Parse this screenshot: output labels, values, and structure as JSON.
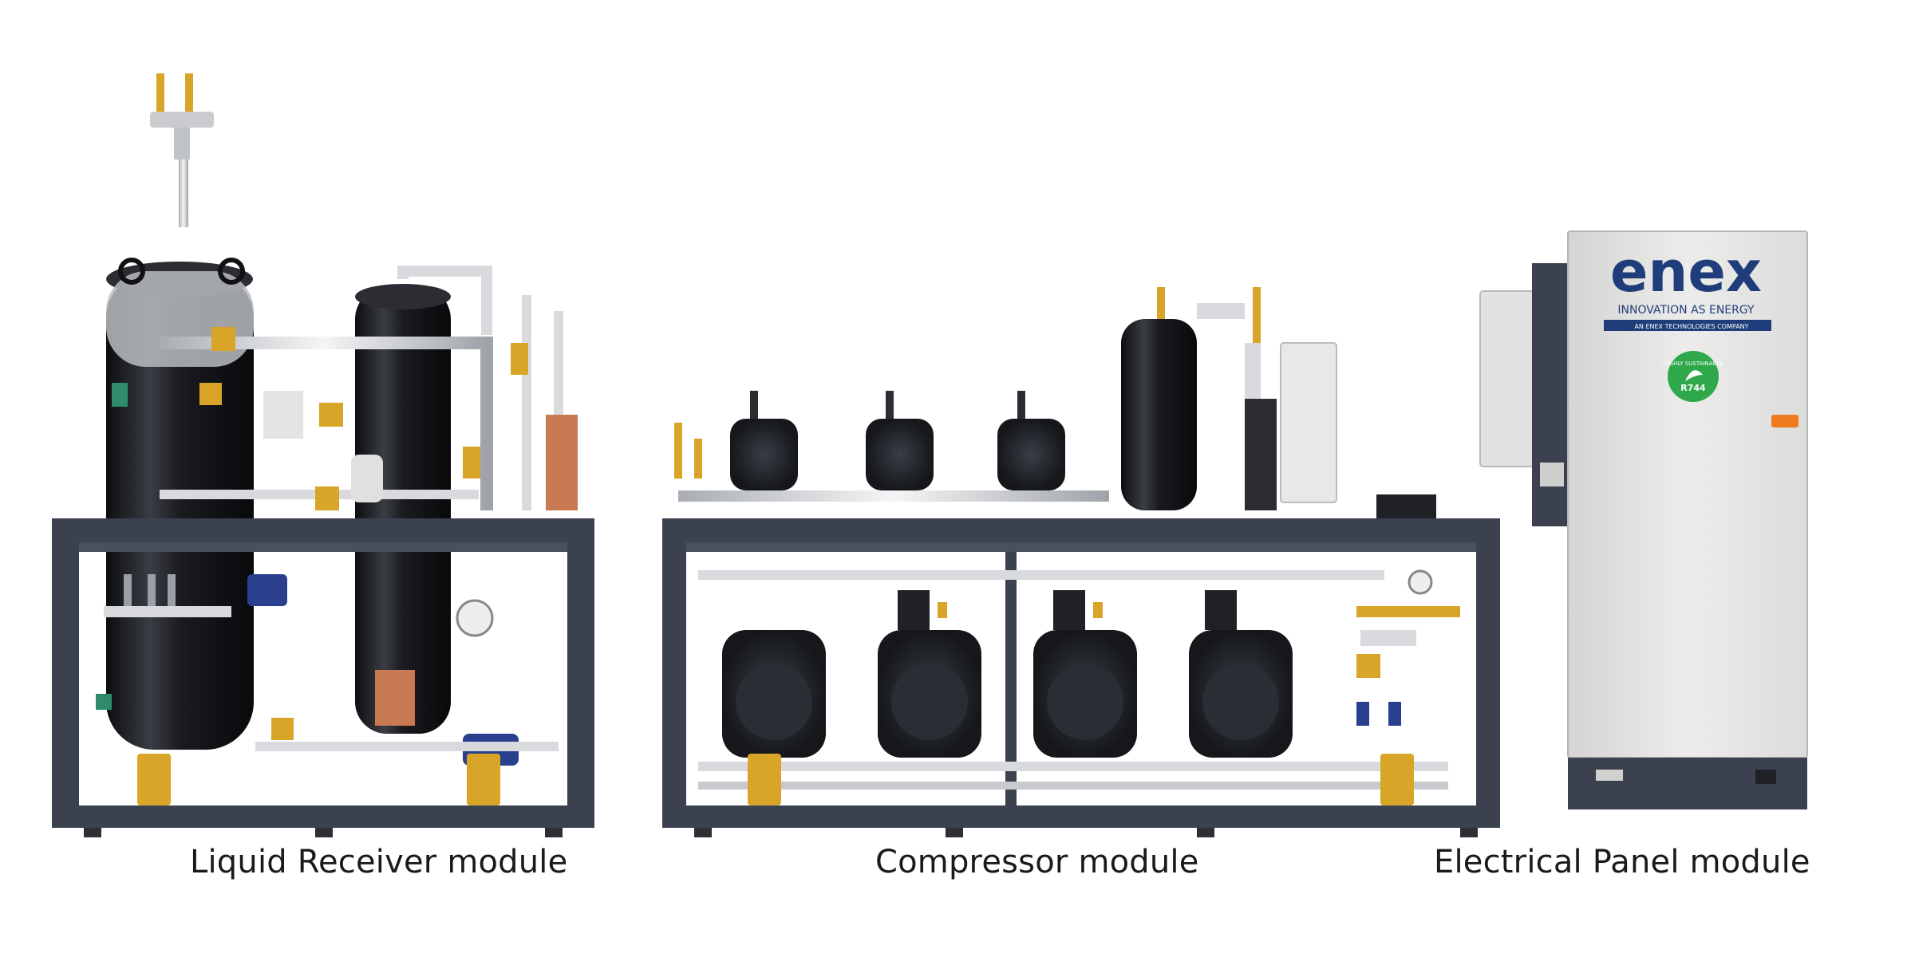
{
  "captions": {
    "liquid_receiver": "Liquid Receiver module",
    "compressor": "Compressor module",
    "electrical_panel": "Electrical Panel module"
  },
  "panel": {
    "brand": "enex",
    "tagline": "INNOVATION AS ENERGY",
    "subline": "AN ENEX TECHNOLOGIES COMPANY",
    "badge_top": "HIGHLY SUSTAINABLE",
    "badge_center": "R744"
  },
  "colors": {
    "frame": "#3c4150",
    "tank": "#141518",
    "brass": "#d9a528",
    "panel_body": "#e6e6e4",
    "brand_blue": "#1f3d7a",
    "badge_green": "#2ea84a",
    "handle_orange": "#f07a1e",
    "pipe": "#d8dadd"
  }
}
